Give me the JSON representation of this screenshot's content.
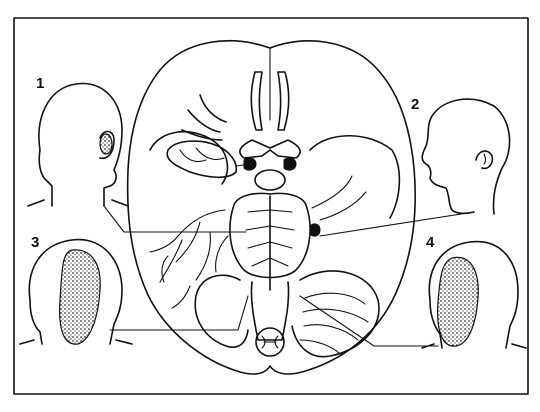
{
  "labels": {
    "one": "1",
    "two": "2",
    "three": "3",
    "four": "4"
  },
  "colors": {
    "ink": "#111111",
    "paper": "#ffffff",
    "stipple": "#555555"
  }
}
